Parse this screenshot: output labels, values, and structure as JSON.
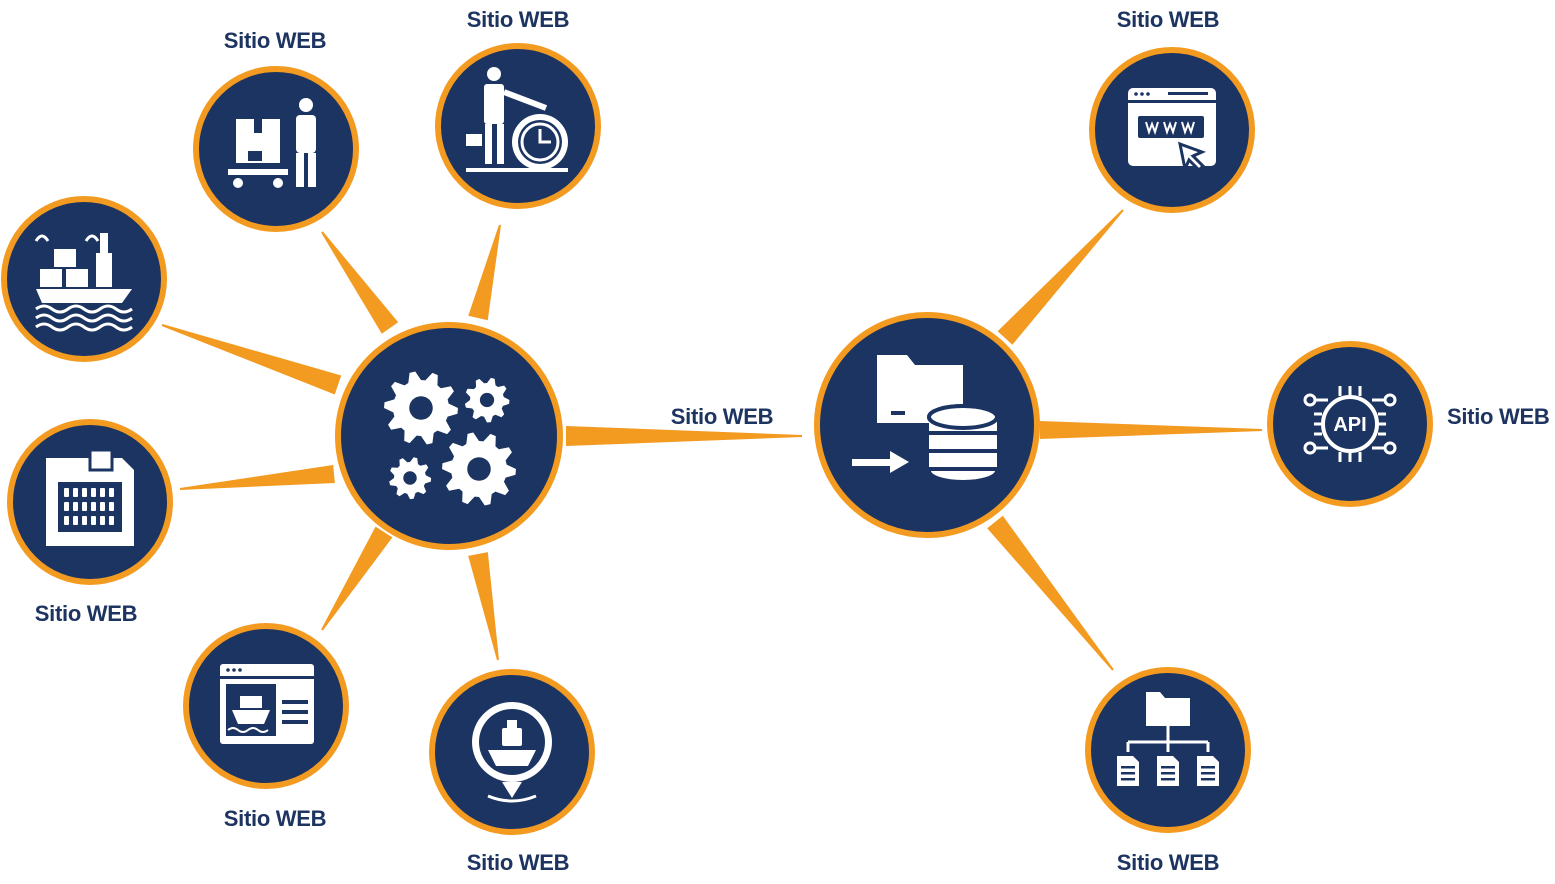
{
  "colors": {
    "navy": "#1c3461",
    "orange": "#f39a21",
    "white": "#ffffff",
    "label": "#1d3461"
  },
  "hub_left": {
    "icon": "gears-icon"
  },
  "hub_right": {
    "icon": "folder-database-transfer-icon"
  },
  "center_label": "Sitio WEB",
  "left_nodes": [
    {
      "id": "forklift-boxes",
      "icon": "worker-loading-boxes-icon",
      "label": "Sitio WEB"
    },
    {
      "id": "delivery-time",
      "icon": "delivery-person-clock-icon",
      "label": "Sitio WEB"
    },
    {
      "id": "cargo-ship",
      "icon": "cargo-ship-containers-icon",
      "label": ""
    },
    {
      "id": "binary-disk",
      "icon": "floppy-disk-binary-icon",
      "label": "Sitio WEB"
    },
    {
      "id": "ship-browser",
      "icon": "browser-ship-icon",
      "label": "Sitio WEB"
    },
    {
      "id": "ship-location",
      "icon": "ship-location-pin-icon",
      "label": "Sitio WEB"
    }
  ],
  "right_nodes": [
    {
      "id": "www-browser",
      "icon": "www-browser-cursor-icon",
      "label": "Sitio WEB"
    },
    {
      "id": "api-chip",
      "icon": "api-chip-icon",
      "label": "Sitio WEB",
      "chip_text": "API"
    },
    {
      "id": "file-tree",
      "icon": "folder-file-tree-icon",
      "label": "Sitio WEB"
    }
  ]
}
